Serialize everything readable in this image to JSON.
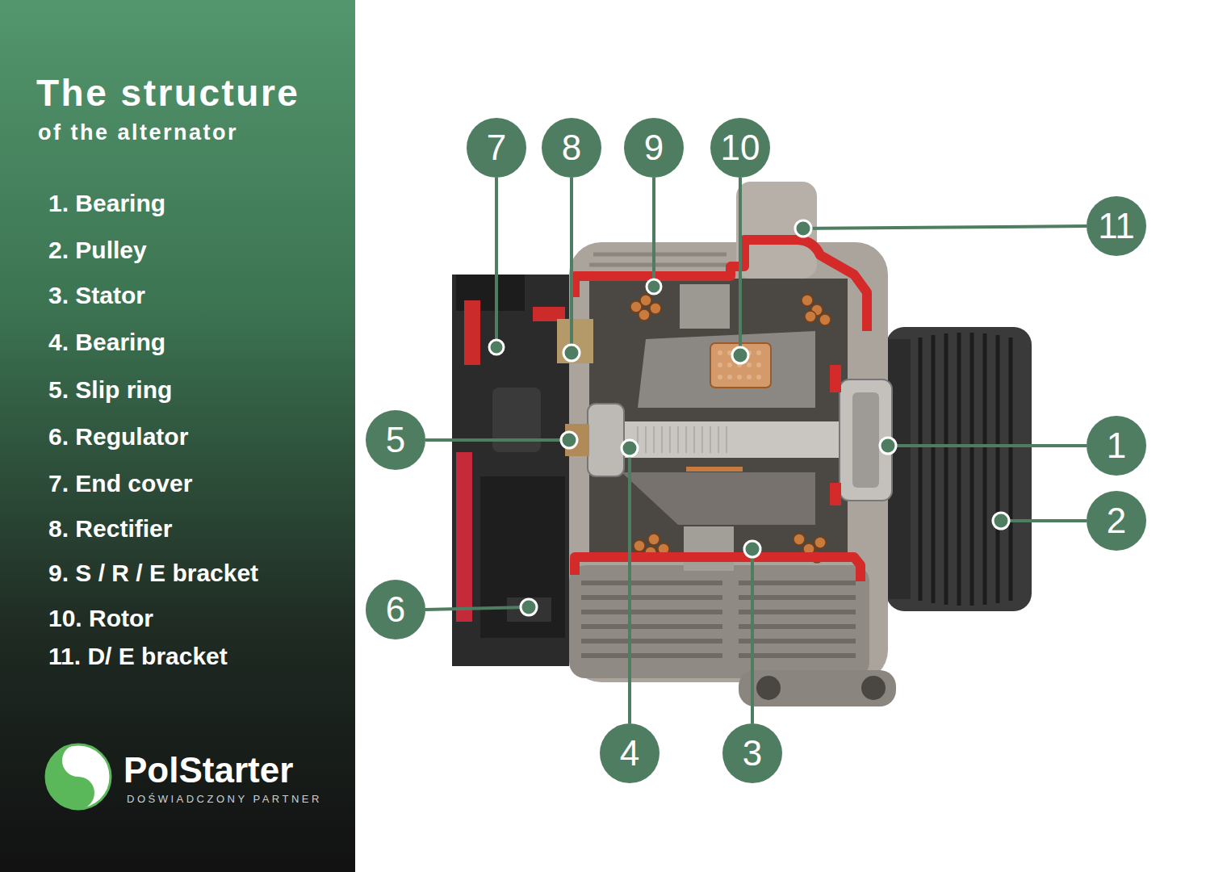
{
  "diagram": {
    "title": "The structure",
    "nodes": [
      {
        "text": [
          "7"
        ]
      },
      {
        "text": [
          "8"
        ]
      },
      {
        "text": [
          "9"
        ]
      },
      {
        "text": [
          "10"
        ]
      },
      {
        "text": [
          "11"
        ]
      },
      {
        "text": [
          "5"
        ]
      },
      {
        "text": [
          "1"
        ]
      },
      {
        "text": [
          "2"
        ]
      },
      {
        "text": [
          "6"
        ]
      },
      {
        "text": [
          "4"
        ]
      },
      {
        "text": [
          "3"
        ]
      }
    ],
    "edges": [],
    "labels": [
      "of the alternator",
      "1. Bearing",
      "2. Pulley",
      "3. Stator",
      "4. Bearing",
      "5. Slip ring",
      "6. Regulator",
      "7. End cover",
      "8. Rectifier",
      "9. S / R / E bracket",
      "10. Rotor",
      "11. D/ E bracket",
      "PolStarter",
      "DOŚWIADCZONY PARTNER"
    ]
  }
}
